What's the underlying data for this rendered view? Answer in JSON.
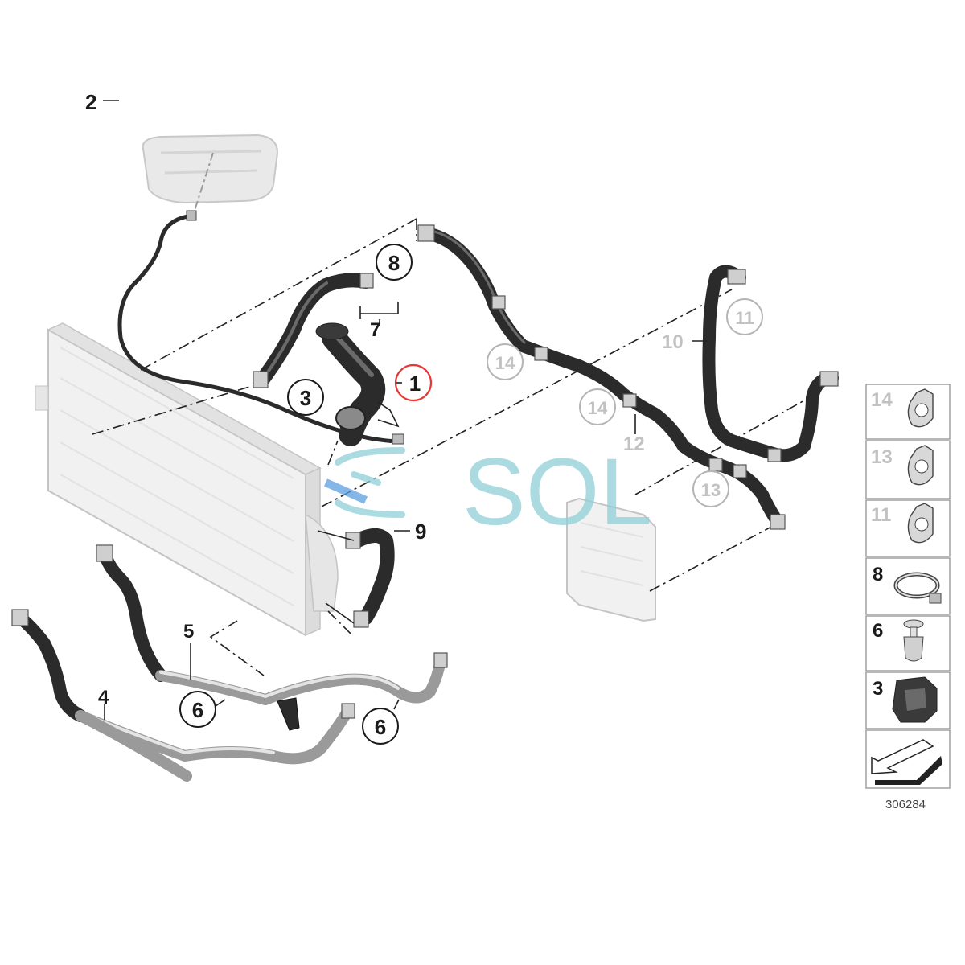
{
  "diagram_number": "306284",
  "watermark": "SOL",
  "colors": {
    "highlight_circle": "#e53935",
    "watermark": "#8fd0d8",
    "grey_label": "#c2c2c2"
  },
  "callouts": {
    "c1": "1",
    "c2": "2",
    "c3": "3",
    "c4": "4",
    "c5": "5",
    "c6a": "6",
    "c6b": "6",
    "c7": "7",
    "c8": "8",
    "c9": "9",
    "c10": "10",
    "c11": "11",
    "c12": "12",
    "c13": "13",
    "c14a": "14",
    "c14b": "14"
  },
  "legend": [
    {
      "label": "14",
      "part": "hose-clamp"
    },
    {
      "label": "13",
      "part": "hose-clamp"
    },
    {
      "label": "11",
      "part": "hose-clamp"
    },
    {
      "label": "8",
      "part": "band-clamp"
    },
    {
      "label": "6",
      "part": "push-rivet"
    },
    {
      "label": "3",
      "part": "holder-clip"
    },
    {
      "label": "",
      "part": "direction-arrow-icon"
    }
  ]
}
